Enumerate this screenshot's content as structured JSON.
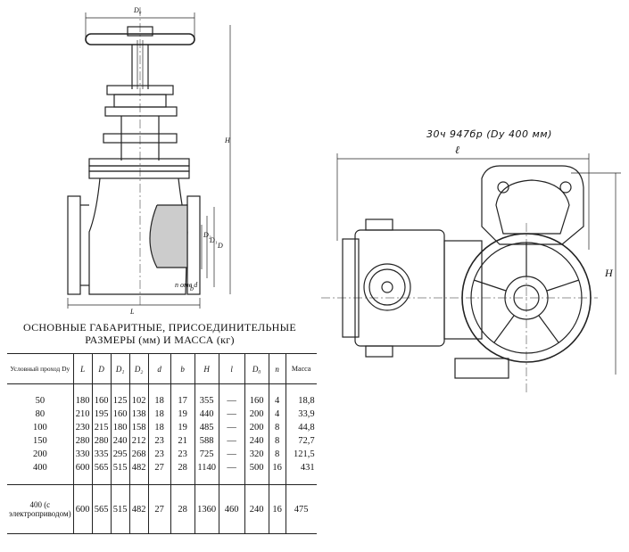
{
  "left_drawing": {
    "labels": {
      "d0": "D₀",
      "h": "H",
      "l": "L",
      "d": "D",
      "d1": "D₁",
      "d2": "D₂",
      "b": "b",
      "nd": "n отв d"
    }
  },
  "right_drawing": {
    "caption": "30ч 947бр (Dу 400 мм)",
    "label_l": "ℓ",
    "label_h": "H"
  },
  "table": {
    "title_line1": "ОСНОВНЫЕ ГАБАРИТНЫЕ, ПРИСОЕДИНИТЕЛЬНЫЕ",
    "title_line2": "РАЗМЕРЫ (мм) И МАССА (кг)",
    "headers": [
      "Условный проход Dу",
      "L",
      "D",
      "D₁",
      "D₂",
      "d",
      "b",
      "H",
      "l",
      "D₀",
      "n",
      "Масса"
    ],
    "rows": [
      [
        "50",
        "180",
        "160",
        "125",
        "102",
        "18",
        "17",
        "355",
        "—",
        "160",
        "4",
        "18,8"
      ],
      [
        "80",
        "210",
        "195",
        "160",
        "138",
        "18",
        "19",
        "440",
        "—",
        "200",
        "4",
        "33,9"
      ],
      [
        "100",
        "230",
        "215",
        "180",
        "158",
        "18",
        "19",
        "485",
        "—",
        "200",
        "8",
        "44,8"
      ],
      [
        "150",
        "280",
        "280",
        "240",
        "212",
        "23",
        "21",
        "588",
        "—",
        "240",
        "8",
        "72,7"
      ],
      [
        "200",
        "330",
        "335",
        "295",
        "268",
        "23",
        "23",
        "725",
        "—",
        "320",
        "8",
        "121,5"
      ],
      [
        "400",
        "600",
        "565",
        "515",
        "482",
        "27",
        "28",
        "1140",
        "—",
        "500",
        "16",
        "431"
      ]
    ],
    "last_row": [
      "400 (с электроприводом)",
      "600",
      "565",
      "515",
      "482",
      "27",
      "28",
      "1360",
      "460",
      "240",
      "16",
      "475"
    ]
  }
}
